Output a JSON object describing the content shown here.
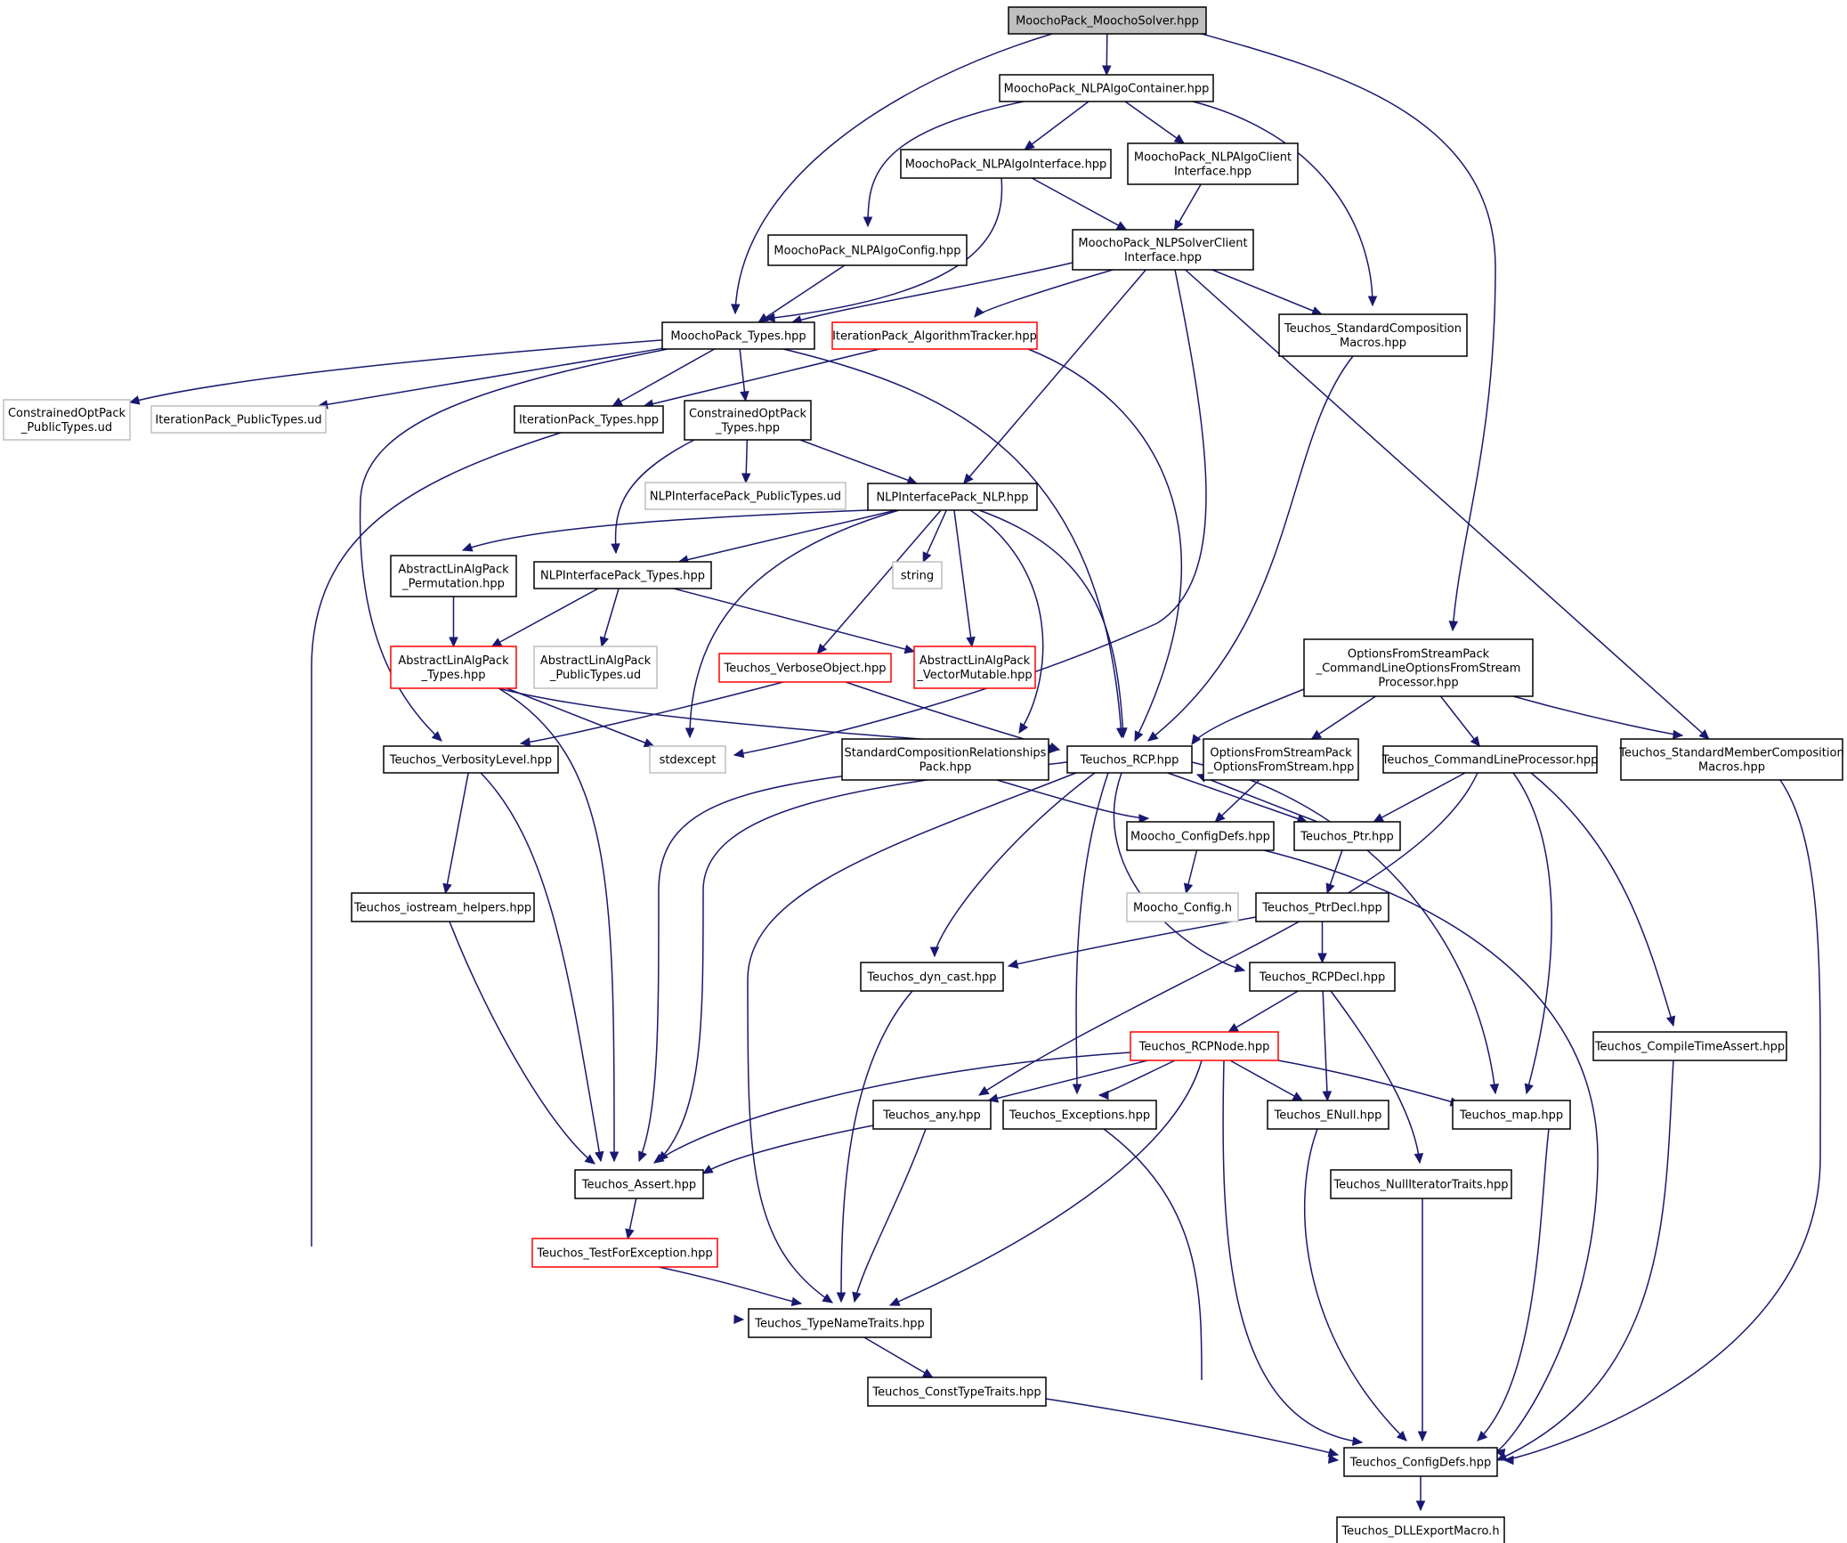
{
  "diagram": {
    "style": {
      "edge_color": "#191970",
      "root_fill": "#bfbfbf",
      "border_default": "#000000",
      "border_truncated": "#ff0000",
      "border_external": "#bfbfbf"
    },
    "nodes": [
      {
        "id": "solver",
        "kind": "root",
        "lines": [
          "MoochoPack_MoochoSolver.hpp"
        ]
      },
      {
        "id": "algo_container",
        "kind": "normal",
        "lines": [
          "MoochoPack_NLPAlgoContainer.hpp"
        ]
      },
      {
        "id": "algo_interface",
        "kind": "normal",
        "lines": [
          "MoochoPack_NLPAlgoInterface.hpp"
        ]
      },
      {
        "id": "algo_client",
        "kind": "normal",
        "lines": [
          "MoochoPack_NLPAlgoClient",
          "Interface.hpp"
        ]
      },
      {
        "id": "algo_config",
        "kind": "normal",
        "lines": [
          "MoochoPack_NLPAlgoConfig.hpp"
        ]
      },
      {
        "id": "solver_client",
        "kind": "normal",
        "lines": [
          "MoochoPack_NLPSolverClient",
          "Interface.hpp"
        ]
      },
      {
        "id": "moocho_types",
        "kind": "normal",
        "lines": [
          "MoochoPack_Types.hpp"
        ]
      },
      {
        "id": "algo_tracker",
        "kind": "truncated",
        "lines": [
          "IterationPack_AlgorithmTracker.hpp"
        ]
      },
      {
        "id": "std_comp_macros",
        "kind": "normal",
        "lines": [
          "Teuchos_StandardComposition",
          "Macros.hpp"
        ]
      },
      {
        "id": "copt_public",
        "kind": "external",
        "lines": [
          "ConstrainedOptPack",
          "_PublicTypes.ud"
        ]
      },
      {
        "id": "iter_public",
        "kind": "external",
        "lines": [
          "IterationPack_PublicTypes.ud"
        ]
      },
      {
        "id": "iter_types",
        "kind": "normal",
        "lines": [
          "IterationPack_Types.hpp"
        ]
      },
      {
        "id": "copt_types",
        "kind": "normal",
        "lines": [
          "ConstrainedOptPack",
          "_Types.hpp"
        ]
      },
      {
        "id": "nlp_public",
        "kind": "external",
        "lines": [
          "NLPInterfacePack_PublicTypes.ud"
        ]
      },
      {
        "id": "nlp",
        "kind": "normal",
        "lines": [
          "NLPInterfacePack_NLP.hpp"
        ]
      },
      {
        "id": "perm",
        "kind": "normal",
        "lines": [
          "AbstractLinAlgPack",
          "_Permutation.hpp"
        ]
      },
      {
        "id": "nlp_types",
        "kind": "normal",
        "lines": [
          "NLPInterfacePack_Types.hpp"
        ]
      },
      {
        "id": "string",
        "kind": "external",
        "lines": [
          "string"
        ]
      },
      {
        "id": "ala_types",
        "kind": "truncated",
        "lines": [
          "AbstractLinAlgPack",
          "_Types.hpp"
        ]
      },
      {
        "id": "ala_public",
        "kind": "external",
        "lines": [
          "AbstractLinAlgPack",
          "_PublicTypes.ud"
        ]
      },
      {
        "id": "verbose_obj",
        "kind": "truncated",
        "lines": [
          "Teuchos_VerboseObject.hpp"
        ]
      },
      {
        "id": "vec_mut",
        "kind": "truncated",
        "lines": [
          "AbstractLinAlgPack",
          "_VectorMutable.hpp"
        ]
      },
      {
        "id": "ofs_cmdline",
        "kind": "normal",
        "lines": [
          "OptionsFromStreamPack",
          "_CommandLineOptionsFromStream",
          "Processor.hpp"
        ]
      },
      {
        "id": "verb_level",
        "kind": "normal",
        "lines": [
          "Teuchos_VerbosityLevel.hpp"
        ]
      },
      {
        "id": "stdexcept",
        "kind": "external",
        "lines": [
          "stdexcept"
        ]
      },
      {
        "id": "scr_pack",
        "kind": "normal",
        "lines": [
          "StandardCompositionRelationships",
          "Pack.hpp"
        ]
      },
      {
        "id": "rcp",
        "kind": "normal",
        "lines": [
          "Teuchos_RCP.hpp"
        ]
      },
      {
        "id": "ofs_stream",
        "kind": "normal",
        "lines": [
          "OptionsFromStreamPack",
          "_OptionsFromStream.hpp"
        ]
      },
      {
        "id": "cmdline_proc",
        "kind": "normal",
        "lines": [
          "Teuchos_CommandLineProcessor.hpp"
        ]
      },
      {
        "id": "std_member_macros",
        "kind": "normal",
        "lines": [
          "Teuchos_StandardMemberComposition",
          "Macros.hpp"
        ]
      },
      {
        "id": "moocho_configdefs",
        "kind": "normal",
        "lines": [
          "Moocho_ConfigDefs.hpp"
        ]
      },
      {
        "id": "ptr",
        "kind": "normal",
        "lines": [
          "Teuchos_Ptr.hpp"
        ]
      },
      {
        "id": "iostream_helpers",
        "kind": "normal",
        "lines": [
          "Teuchos_iostream_helpers.hpp"
        ]
      },
      {
        "id": "moocho_config",
        "kind": "external",
        "lines": [
          "Moocho_Config.h"
        ]
      },
      {
        "id": "ptrdecl",
        "kind": "normal",
        "lines": [
          "Teuchos_PtrDecl.hpp"
        ]
      },
      {
        "id": "dyn_cast",
        "kind": "normal",
        "lines": [
          "Teuchos_dyn_cast.hpp"
        ]
      },
      {
        "id": "rcpdecl",
        "kind": "normal",
        "lines": [
          "Teuchos_RCPDecl.hpp"
        ]
      },
      {
        "id": "rcpnode",
        "kind": "truncated",
        "lines": [
          "Teuchos_RCPNode.hpp"
        ]
      },
      {
        "id": "compile_time_assert",
        "kind": "normal",
        "lines": [
          "Teuchos_CompileTimeAssert.hpp"
        ]
      },
      {
        "id": "any",
        "kind": "normal",
        "lines": [
          "Teuchos_any.hpp"
        ]
      },
      {
        "id": "exceptions",
        "kind": "normal",
        "lines": [
          "Teuchos_Exceptions.hpp"
        ]
      },
      {
        "id": "enull",
        "kind": "normal",
        "lines": [
          "Teuchos_ENull.hpp"
        ]
      },
      {
        "id": "map",
        "kind": "normal",
        "lines": [
          "Teuchos_map.hpp"
        ]
      },
      {
        "id": "assert",
        "kind": "normal",
        "lines": [
          "Teuchos_Assert.hpp"
        ]
      },
      {
        "id": "null_iter",
        "kind": "normal",
        "lines": [
          "Teuchos_NullIteratorTraits.hpp"
        ]
      },
      {
        "id": "test_for_exc",
        "kind": "truncated",
        "lines": [
          "Teuchos_TestForException.hpp"
        ]
      },
      {
        "id": "type_name",
        "kind": "normal",
        "lines": [
          "Teuchos_TypeNameTraits.hpp"
        ]
      },
      {
        "id": "const_type",
        "kind": "normal",
        "lines": [
          "Teuchos_ConstTypeTraits.hpp"
        ]
      },
      {
        "id": "teuchos_configdefs",
        "kind": "normal",
        "lines": [
          "Teuchos_ConfigDefs.hpp"
        ]
      },
      {
        "id": "dll_export",
        "kind": "normal",
        "lines": [
          "Teuchos_DLLExportMacro.h"
        ]
      }
    ],
    "edges": [
      [
        "solver",
        "algo_container"
      ],
      [
        "solver",
        "moocho_types"
      ],
      [
        "solver",
        "ofs_cmdline"
      ],
      [
        "algo_container",
        "algo_interface"
      ],
      [
        "algo_container",
        "algo_client"
      ],
      [
        "algo_container",
        "algo_config"
      ],
      [
        "algo_container",
        "std_comp_macros"
      ],
      [
        "algo_interface",
        "solver_client"
      ],
      [
        "algo_interface",
        "moocho_types"
      ],
      [
        "algo_client",
        "solver_client"
      ],
      [
        "algo_config",
        "moocho_types"
      ],
      [
        "solver_client",
        "moocho_types"
      ],
      [
        "solver_client",
        "algo_tracker"
      ],
      [
        "solver_client",
        "std_comp_macros"
      ],
      [
        "solver_client",
        "nlp"
      ],
      [
        "solver_client",
        "stdexcept"
      ],
      [
        "solver_client",
        "std_member_macros"
      ],
      [
        "moocho_types",
        "copt_public"
      ],
      [
        "moocho_types",
        "iter_public"
      ],
      [
        "moocho_types",
        "iter_types"
      ],
      [
        "moocho_types",
        "copt_types"
      ],
      [
        "moocho_types",
        "verb_level"
      ],
      [
        "moocho_types",
        "rcp"
      ],
      [
        "algo_tracker",
        "iter_types"
      ],
      [
        "algo_tracker",
        "rcp"
      ],
      [
        "std_comp_macros",
        "rcp"
      ],
      [
        "iter_types",
        "type_name"
      ],
      [
        "copt_types",
        "nlp_public"
      ],
      [
        "copt_types",
        "nlp"
      ],
      [
        "copt_types",
        "nlp_types"
      ],
      [
        "nlp",
        "perm"
      ],
      [
        "nlp",
        "nlp_types"
      ],
      [
        "nlp",
        "string"
      ],
      [
        "nlp",
        "verbose_obj"
      ],
      [
        "nlp",
        "vec_mut"
      ],
      [
        "nlp",
        "stdexcept"
      ],
      [
        "nlp",
        "scr_pack"
      ],
      [
        "nlp",
        "rcp"
      ],
      [
        "perm",
        "ala_types"
      ],
      [
        "nlp_types",
        "ala_types"
      ],
      [
        "nlp_types",
        "ala_public"
      ],
      [
        "nlp_types",
        "vec_mut"
      ],
      [
        "ala_types",
        "stdexcept"
      ],
      [
        "ala_types",
        "rcp"
      ],
      [
        "ala_types",
        "assert"
      ],
      [
        "verbose_obj",
        "verb_level"
      ],
      [
        "verbose_obj",
        "rcp"
      ],
      [
        "ofs_cmdline",
        "rcp"
      ],
      [
        "ofs_cmdline",
        "ofs_stream"
      ],
      [
        "ofs_cmdline",
        "cmdline_proc"
      ],
      [
        "ofs_cmdline",
        "std_member_macros"
      ],
      [
        "verb_level",
        "iostream_helpers"
      ],
      [
        "verb_level",
        "assert"
      ],
      [
        "scr_pack",
        "moocho_configdefs"
      ],
      [
        "scr_pack",
        "assert"
      ],
      [
        "rcp",
        "ptr"
      ],
      [
        "rcp",
        "assert"
      ],
      [
        "rcp",
        "type_name"
      ],
      [
        "rcp",
        "dyn_cast"
      ],
      [
        "rcp",
        "exceptions"
      ],
      [
        "rcp",
        "rcpdecl"
      ],
      [
        "rcp",
        "map"
      ],
      [
        "ofs_stream",
        "moocho_configdefs"
      ],
      [
        "cmdline_proc",
        "ptr"
      ],
      [
        "cmdline_proc",
        "any"
      ],
      [
        "cmdline_proc",
        "map"
      ],
      [
        "cmdline_proc",
        "compile_time_assert"
      ],
      [
        "std_member_macros",
        "teuchos_configdefs"
      ],
      [
        "moocho_configdefs",
        "moocho_config"
      ],
      [
        "moocho_configdefs",
        "teuchos_configdefs"
      ],
      [
        "ptr",
        "rcp"
      ],
      [
        "ptr",
        "ptrdecl"
      ],
      [
        "iostream_helpers",
        "assert"
      ],
      [
        "ptrdecl",
        "dyn_cast"
      ],
      [
        "ptrdecl",
        "rcpdecl"
      ],
      [
        "dyn_cast",
        "type_name"
      ],
      [
        "rcpdecl",
        "rcpnode"
      ],
      [
        "rcpdecl",
        "enull"
      ],
      [
        "rcpdecl",
        "null_iter"
      ],
      [
        "rcpnode",
        "assert"
      ],
      [
        "rcpnode",
        "any"
      ],
      [
        "rcpnode",
        "exceptions"
      ],
      [
        "rcpnode",
        "enull"
      ],
      [
        "rcpnode",
        "map"
      ],
      [
        "rcpnode",
        "type_name"
      ],
      [
        "rcpnode",
        "teuchos_configdefs"
      ],
      [
        "compile_time_assert",
        "teuchos_configdefs"
      ],
      [
        "any",
        "assert"
      ],
      [
        "any",
        "type_name"
      ],
      [
        "exceptions",
        "teuchos_configdefs"
      ],
      [
        "enull",
        "teuchos_configdefs"
      ],
      [
        "map",
        "teuchos_configdefs"
      ],
      [
        "assert",
        "test_for_exc"
      ],
      [
        "null_iter",
        "teuchos_configdefs"
      ],
      [
        "test_for_exc",
        "type_name"
      ],
      [
        "type_name",
        "const_type"
      ],
      [
        "const_type",
        "teuchos_configdefs"
      ],
      [
        "teuchos_configdefs",
        "dll_export"
      ]
    ]
  }
}
